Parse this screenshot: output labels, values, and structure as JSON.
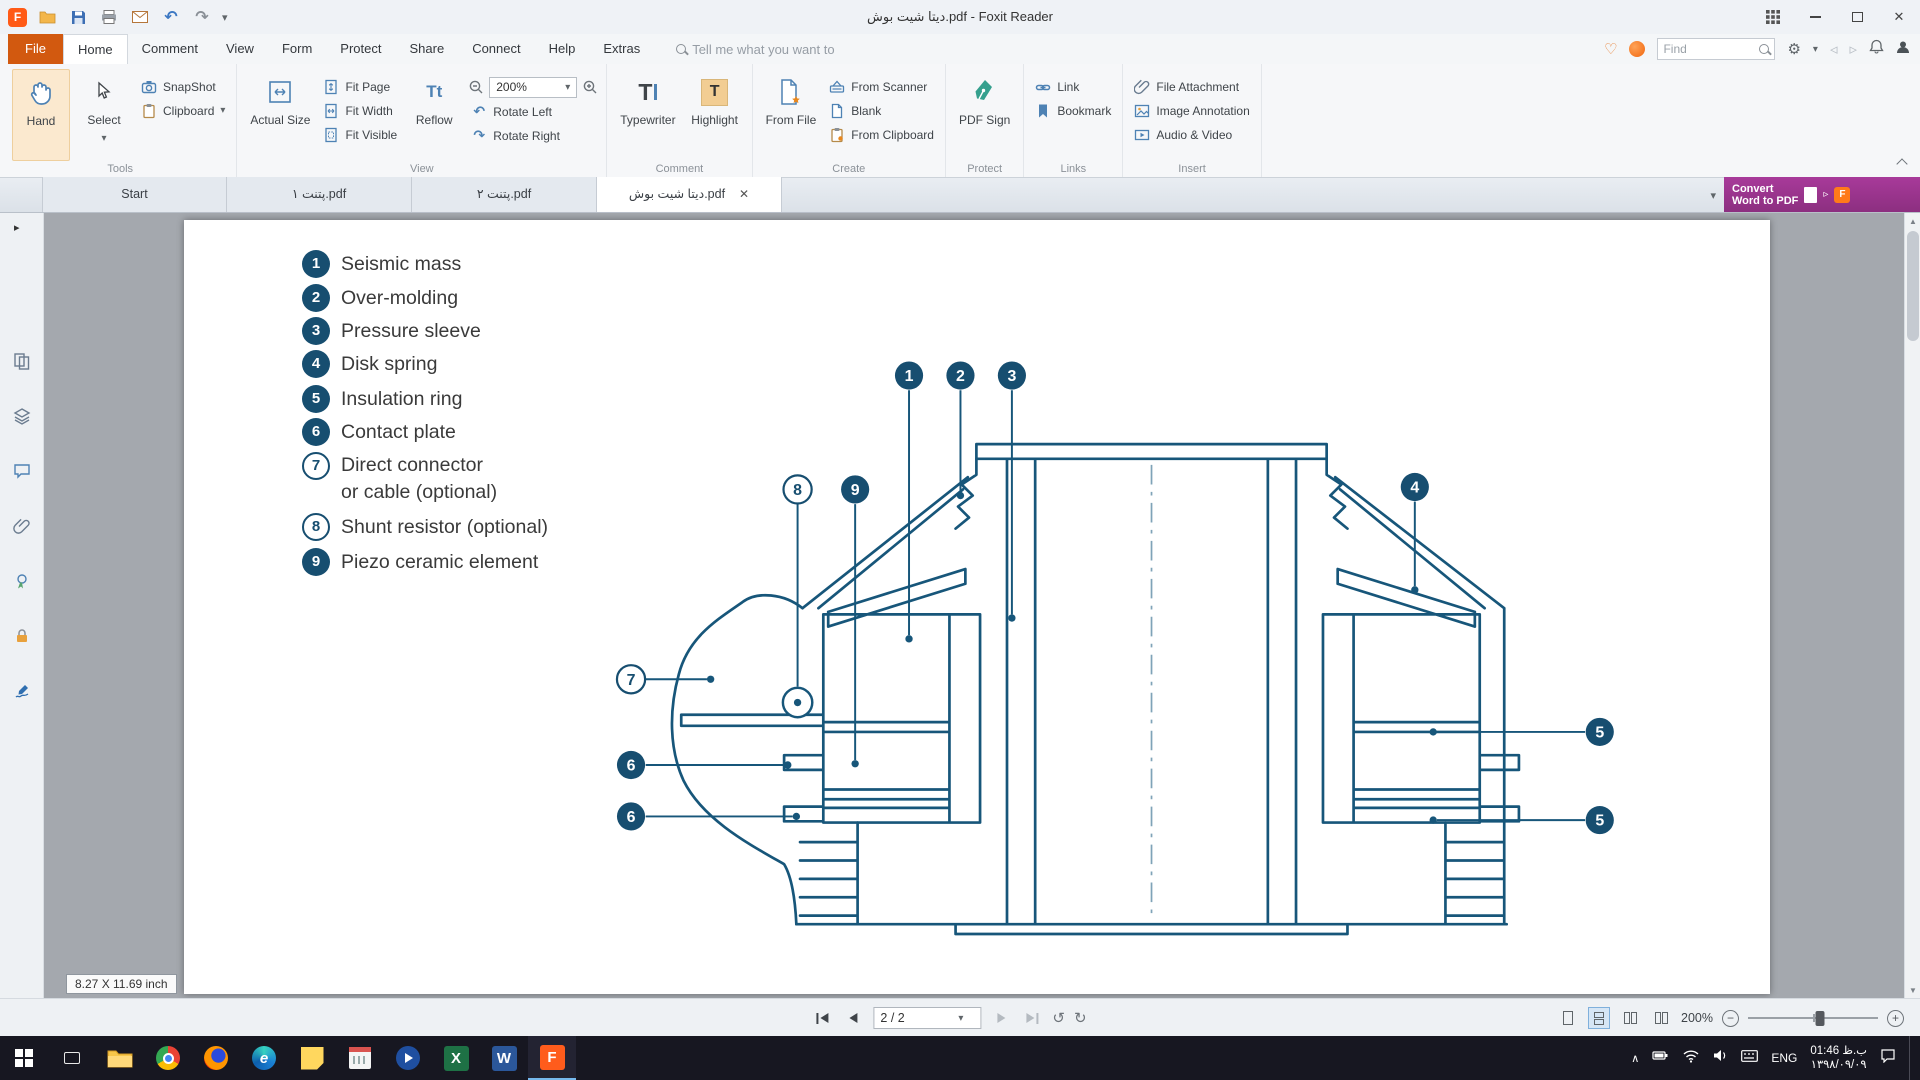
{
  "window": {
    "title": "ديتا شيت بوش.pdf - Foxit Reader"
  },
  "icons": {
    "close": "✕",
    "caret_down": "▾",
    "back": "◃",
    "forward": "▹",
    "gear": "⚙",
    "heart": "♡",
    "undo": "↶",
    "redo": "↷",
    "prev_view": "↺",
    "next_view": "↻",
    "chevron_up_hidden": "∧",
    "reflow": "Tt",
    "typewriter": "T",
    "highlight": "T",
    "minus": "−",
    "plus": "+",
    "scroll_up": "▲",
    "scroll_down": "▼",
    "expand": "▸",
    "app_logo": "F"
  },
  "menubar": {
    "file": "File",
    "tabs": [
      "Home",
      "Comment",
      "View",
      "Form",
      "Protect",
      "Share",
      "Connect",
      "Help",
      "Extras"
    ],
    "tell_me_placeholder": "Tell me what you want to",
    "find_placeholder": "Find"
  },
  "ribbon": {
    "tools": {
      "caption": "Tools",
      "hand": "Hand",
      "select": "Select",
      "snapshot": "SnapShot",
      "clipboard": "Clipboard"
    },
    "view": {
      "caption": "View",
      "actual_size": "Actual Size",
      "fit_page": "Fit Page",
      "fit_width": "Fit Width",
      "fit_visible": "Fit Visible",
      "reflow": "Reflow",
      "rotate_left": "Rotate Left",
      "rotate_right": "Rotate Right",
      "zoom_value": "200%"
    },
    "comment": {
      "caption": "Comment",
      "typewriter": "Typewriter",
      "highlight": "Highlight"
    },
    "create": {
      "caption": "Create",
      "from_file": "From File",
      "from_scanner": "From Scanner",
      "blank": "Blank",
      "from_clipboard": "From Clipboard"
    },
    "protect": {
      "caption": "Protect",
      "pdf_sign": "PDF Sign"
    },
    "links": {
      "caption": "Links",
      "link": "Link",
      "bookmark": "Bookmark"
    },
    "insert": {
      "caption": "Insert",
      "file_attachment": "File Attachment",
      "image_annotation": "Image Annotation",
      "audio_video": "Audio & Video"
    }
  },
  "tabbar": {
    "tabs": [
      {
        "label": "Start"
      },
      {
        "label": "پتنت ١.pdf"
      },
      {
        "label": "پتنت ٢.pdf"
      },
      {
        "label": "ديتا شيت بوش.pdf"
      }
    ],
    "convert_button": {
      "line1": "Convert",
      "line2": "Word to PDF"
    }
  },
  "document": {
    "size_label": "8.27 X 11.69 inch",
    "diagram_color": "#17567a",
    "legend": [
      {
        "num": "1",
        "text": "Seismic mass"
      },
      {
        "num": "2",
        "text": "Over-molding"
      },
      {
        "num": "3",
        "text": "Pressure sleeve"
      },
      {
        "num": "4",
        "text": "Disk spring"
      },
      {
        "num": "5",
        "text": "Insulation ring"
      },
      {
        "num": "6",
        "text": "Contact plate"
      },
      {
        "num": "7",
        "text": "Direct connector",
        "text2": "or cable (optional)"
      },
      {
        "num": "8",
        "text": "Shunt resistor (optional)"
      },
      {
        "num": "9",
        "text": "Piezo ceramic element"
      }
    ],
    "callouts": {
      "1": "1",
      "2": "2",
      "3": "3",
      "4": "4",
      "5": "5",
      "6": "6",
      "7": "7",
      "8": "8",
      "9": "9"
    }
  },
  "statusbar": {
    "page_indicator": "2 / 2",
    "zoom_value": "200%"
  },
  "taskbar": {
    "language": "ENG",
    "time": "01:46 ب.ظ",
    "date": "١٣٩٨/٠٩/٠٩",
    "letters": {
      "excel": "X",
      "word": "W",
      "foxit": "F",
      "edge": "e"
    }
  }
}
